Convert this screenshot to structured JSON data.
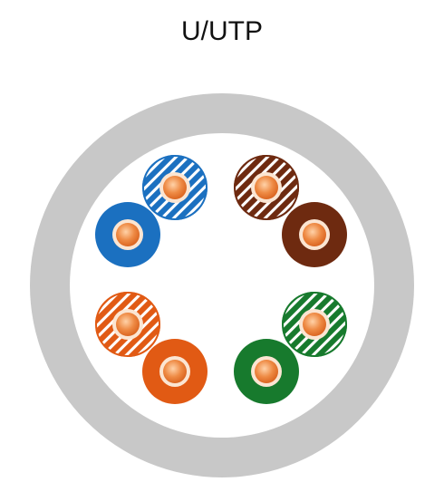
{
  "title": "U/UTP",
  "cable": {
    "jacket_color": "#c8c8c8",
    "interior_color": "#ffffff"
  },
  "conductor": {
    "core_color": "#e8742c",
    "core_highlight": "#ffd2a8",
    "ring_color": "#fbe5d2"
  },
  "pairs": [
    {
      "name": "blue-pair",
      "solid_color": "#1b70c0",
      "stripe_color": "#1b70c0"
    },
    {
      "name": "brown-pair",
      "solid_color": "#6e2a10",
      "stripe_color": "#6e2a10"
    },
    {
      "name": "orange-pair",
      "solid_color": "#e15a14",
      "stripe_color": "#e15a14"
    },
    {
      "name": "green-pair",
      "solid_color": "#177a2d",
      "stripe_color": "#177a2d"
    }
  ]
}
